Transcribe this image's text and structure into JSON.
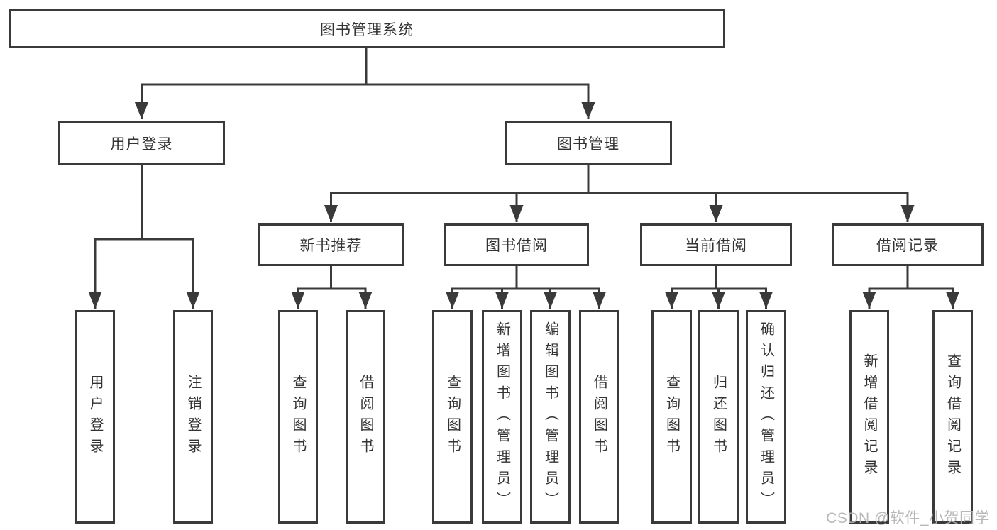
{
  "tree": {
    "label": "图书管理系统",
    "children": [
      {
        "label": "用户登录",
        "children": [
          {
            "label": "用户登录"
          },
          {
            "label": "注销登录"
          }
        ]
      },
      {
        "label": "图书管理",
        "children": [
          {
            "label": "新书推荐",
            "children": [
              {
                "label": "查询图书"
              },
              {
                "label": "借阅图书"
              }
            ]
          },
          {
            "label": "图书借阅",
            "children": [
              {
                "label": "查询图书"
              },
              {
                "label": "新增图书（管理员）"
              },
              {
                "label": "编辑图书（管理员）"
              },
              {
                "label": "借阅图书"
              }
            ]
          },
          {
            "label": "当前借阅",
            "children": [
              {
                "label": "查询图书"
              },
              {
                "label": "归还图书"
              },
              {
                "label": "确认归还（管理员）"
              }
            ]
          },
          {
            "label": "借阅记录",
            "children": [
              {
                "label": "新增借阅记录"
              },
              {
                "label": "查询借阅记录"
              }
            ]
          }
        ]
      }
    ]
  },
  "watermark": {
    "text": "CSDN @软件_小贺同学"
  },
  "colors": {
    "line": "#3a3a3a",
    "box_border": "#3a3a3a",
    "text": "#333333",
    "watermark": "#b2b2b2",
    "background": "#ffffff"
  }
}
